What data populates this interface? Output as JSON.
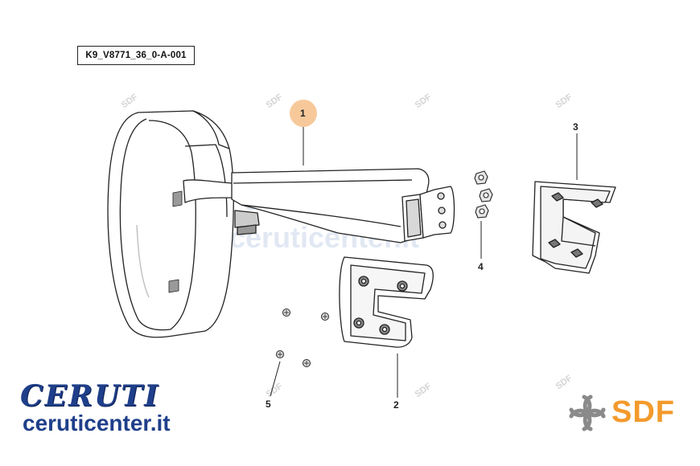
{
  "diagram": {
    "part_code": "K9_V8771_36_0-A-001",
    "callouts": [
      {
        "id": "1",
        "label": "1",
        "highlighted": true
      },
      {
        "id": "2",
        "label": "2"
      },
      {
        "id": "3",
        "label": "3"
      },
      {
        "id": "4",
        "label": "4"
      },
      {
        "id": "5",
        "label": "5"
      }
    ],
    "highlight_color": "#f7c99a"
  },
  "watermarks": {
    "small": "SDF",
    "big_brand": "CERUTI",
    "big_url": "ceruticenter.it"
  },
  "branding": {
    "ceruti_logo": "CERUTI",
    "ceruti_url": "ceruticenter.it",
    "sdf_logo": "SDF",
    "ceruti_color": "#1f3f8a",
    "sdf_color": "#f39a2c"
  }
}
